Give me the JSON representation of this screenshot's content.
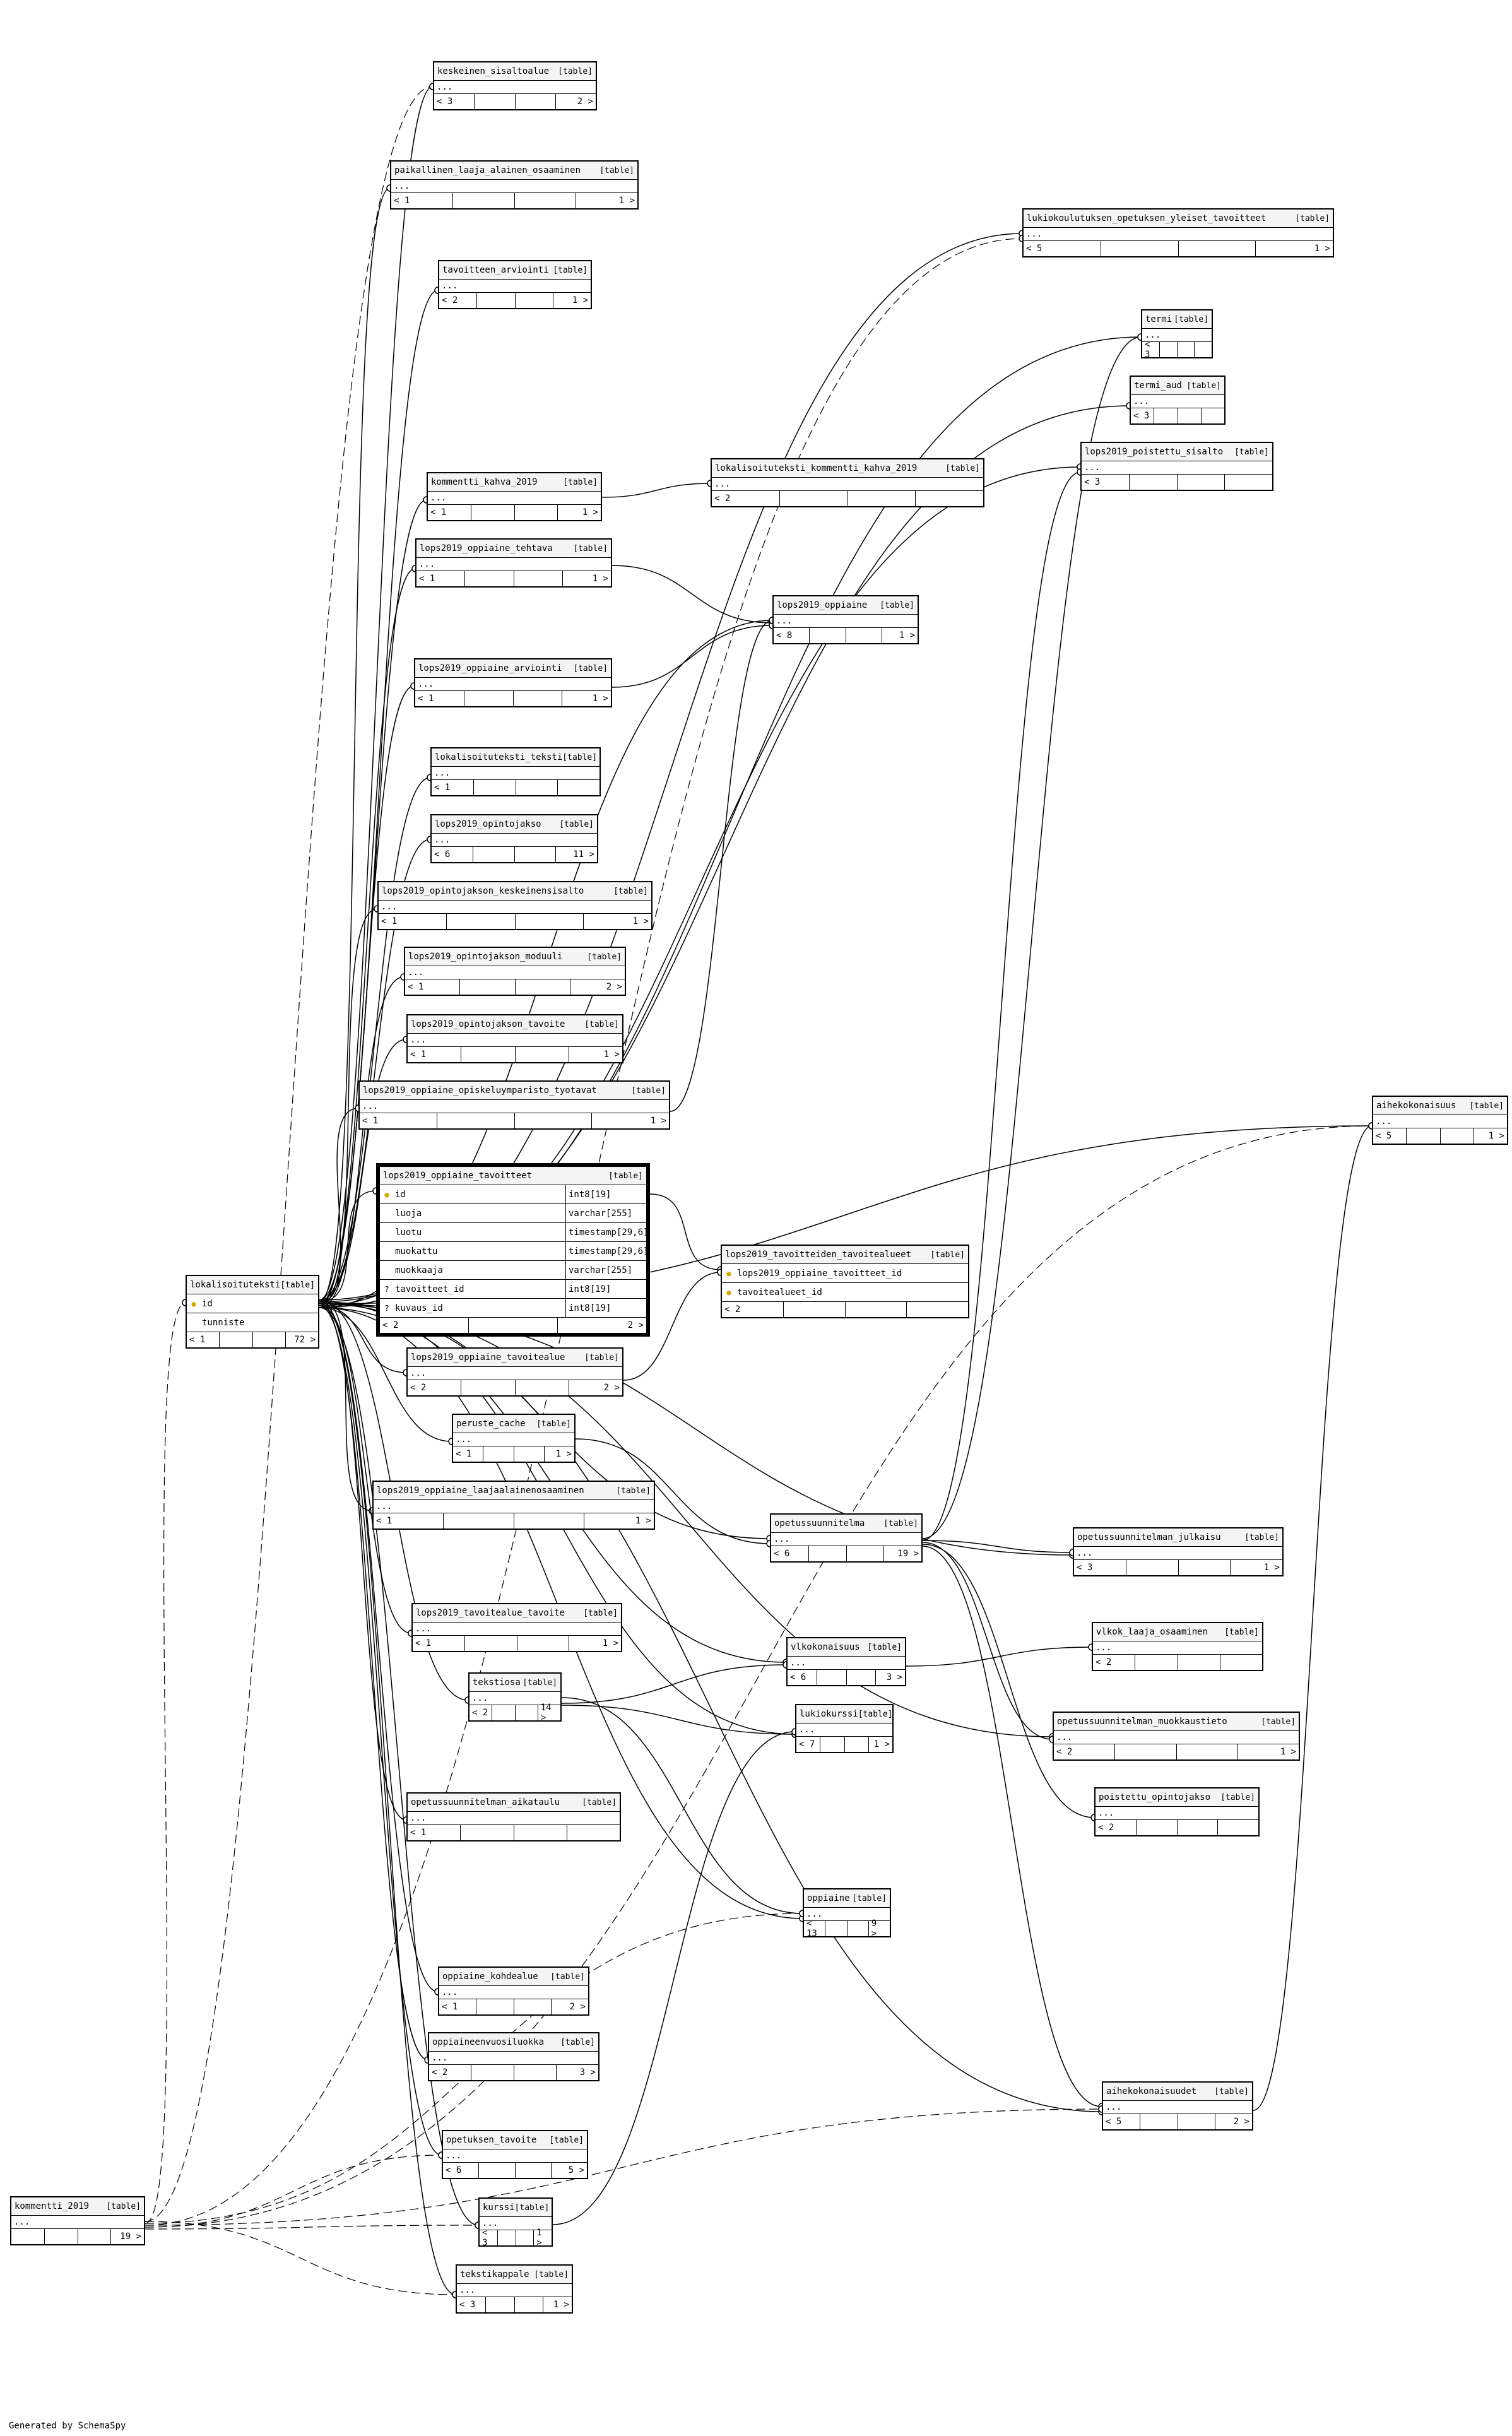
{
  "footer": "Generated by SchemaSpy",
  "tables": [
    {
      "id": "keskeinen_sisaltoalue",
      "name": "keskeinen_sisaltoalue",
      "kind": "[table]",
      "ellipsis": "...",
      "parents": "< 3",
      "children": "2 >"
    },
    {
      "id": "paikallinen_laaja_alainen_osaaminen",
      "name": "paikallinen_laaja_alainen_osaaminen",
      "kind": "[table]",
      "ellipsis": "...",
      "parents": "< 1",
      "children": "1 >"
    },
    {
      "id": "tavoitteen_arviointi",
      "name": "tavoitteen_arviointi",
      "kind": "[table]",
      "ellipsis": "...",
      "parents": "< 2",
      "children": "1 >"
    },
    {
      "id": "lukiokoulutuksen_opetuksen_yleiset_tavoitteet",
      "name": "lukiokoulutuksen_opetuksen_yleiset_tavoitteet",
      "kind": "[table]",
      "ellipsis": "...",
      "parents": "< 5",
      "children": "1 >"
    },
    {
      "id": "termi",
      "name": "termi",
      "kind": "[table]",
      "ellipsis": "...",
      "parents": "< 3",
      "children": ""
    },
    {
      "id": "termi_aud",
      "name": "termi_aud",
      "kind": "[table]",
      "ellipsis": "...",
      "parents": "< 3",
      "children": ""
    },
    {
      "id": "lops2019_poistettu_sisalto",
      "name": "lops2019_poistettu_sisalto",
      "kind": "[table]",
      "ellipsis": "...",
      "parents": "< 3",
      "children": ""
    },
    {
      "id": "kommentti_kahva_2019",
      "name": "kommentti_kahva_2019",
      "kind": "[table]",
      "ellipsis": "...",
      "parents": "< 1",
      "children": "1 >"
    },
    {
      "id": "lokalisoituteksti_kommentti_kahva_2019",
      "name": "lokalisoituteksti_kommentti_kahva_2019",
      "kind": "[table]",
      "ellipsis": "...",
      "parents": "< 2",
      "children": ""
    },
    {
      "id": "lops2019_oppiaine_tehtava",
      "name": "lops2019_oppiaine_tehtava",
      "kind": "[table]",
      "ellipsis": "...",
      "parents": "< 1",
      "children": "1 >"
    },
    {
      "id": "lops2019_oppiaine",
      "name": "lops2019_oppiaine",
      "kind": "[table]",
      "ellipsis": "...",
      "parents": "< 8",
      "children": "1 >"
    },
    {
      "id": "lops2019_oppiaine_arviointi",
      "name": "lops2019_oppiaine_arviointi",
      "kind": "[table]",
      "ellipsis": "...",
      "parents": "< 1",
      "children": "1 >"
    },
    {
      "id": "lokalisoituteksti_teksti",
      "name": "lokalisoituteksti_teksti",
      "kind": "[table]",
      "ellipsis": "...",
      "parents": "< 1",
      "children": ""
    },
    {
      "id": "lops2019_opintojakso",
      "name": "lops2019_opintojakso",
      "kind": "[table]",
      "ellipsis": "...",
      "parents": "< 6",
      "children": "11 >"
    },
    {
      "id": "lops2019_opintojakson_keskeinensisalto",
      "name": "lops2019_opintojakson_keskeinensisalto",
      "kind": "[table]",
      "ellipsis": "...",
      "parents": "< 1",
      "children": "1 >"
    },
    {
      "id": "lops2019_opintojakson_moduuli",
      "name": "lops2019_opintojakson_moduuli",
      "kind": "[table]",
      "ellipsis": "...",
      "parents": "< 1",
      "children": "2 >"
    },
    {
      "id": "lops2019_opintojakson_tavoite",
      "name": "lops2019_opintojakson_tavoite",
      "kind": "[table]",
      "ellipsis": "...",
      "parents": "< 1",
      "children": "1 >"
    },
    {
      "id": "lops2019_oppiaine_opiskeluymparisto_tyotavat",
      "name": "lops2019_oppiaine_opiskeluymparisto_tyotavat",
      "kind": "[table]",
      "ellipsis": "...",
      "parents": "< 1",
      "children": "1 >"
    },
    {
      "id": "aihekokonaisuus",
      "name": "aihekokonaisuus",
      "kind": "[table]",
      "ellipsis": "...",
      "parents": "< 5",
      "children": "1 >"
    },
    {
      "id": "lops2019_tavoitteiden_tavoitealueet",
      "name": "lops2019_tavoitteiden_tavoitealueet",
      "kind": "[table]",
      "parents": "< 2",
      "children": "",
      "columns": [
        {
          "key": "pk",
          "name": "lops2019_oppiaine_tavoitteet_id"
        },
        {
          "key": "pk",
          "name": "tavoitealueet_id"
        }
      ]
    },
    {
      "id": "lokalisoituteksti",
      "name": "lokalisoituteksti",
      "kind": "[table]",
      "parents": "< 1",
      "children": "72 >",
      "columns": [
        {
          "key": "pk",
          "name": "id"
        },
        {
          "key": "",
          "name": "tunniste"
        }
      ]
    },
    {
      "id": "lops2019_oppiaine_tavoitealue",
      "name": "lops2019_oppiaine_tavoitealue",
      "kind": "[table]",
      "ellipsis": "...",
      "parents": "< 2",
      "children": "2 >"
    },
    {
      "id": "peruste_cache",
      "name": "peruste_cache",
      "kind": "[table]",
      "ellipsis": "...",
      "parents": "< 1",
      "children": "1 >"
    },
    {
      "id": "lops2019_oppiaine_laajaalainenosaaminen",
      "name": "lops2019_oppiaine_laajaalainenosaaminen",
      "kind": "[table]",
      "ellipsis": "...",
      "parents": "< 1",
      "children": "1 >"
    },
    {
      "id": "opetussuunnitelma",
      "name": "opetussuunnitelma",
      "kind": "[table]",
      "ellipsis": "...",
      "parents": "< 6",
      "children": "19 >"
    },
    {
      "id": "opetussuunnitelman_julkaisu",
      "name": "opetussuunnitelman_julkaisu",
      "kind": "[table]",
      "ellipsis": "...",
      "parents": "< 3",
      "children": "1 >"
    },
    {
      "id": "lops2019_tavoitealue_tavoite",
      "name": "lops2019_tavoitealue_tavoite",
      "kind": "[table]",
      "ellipsis": "...",
      "parents": "< 1",
      "children": "1 >"
    },
    {
      "id": "vlkokonaisuus",
      "name": "vlkokonaisuus",
      "kind": "[table]",
      "ellipsis": "...",
      "parents": "< 6",
      "children": "3 >"
    },
    {
      "id": "vlkok_laaja_osaaminen",
      "name": "vlkok_laaja_osaaminen",
      "kind": "[table]",
      "ellipsis": "...",
      "parents": "< 2",
      "children": ""
    },
    {
      "id": "tekstiosa",
      "name": "tekstiosa",
      "kind": "[table]",
      "ellipsis": "...",
      "parents": "< 2",
      "children": "14 >"
    },
    {
      "id": "lukiokurssi",
      "name": "lukiokurssi",
      "kind": "[table]",
      "ellipsis": "...",
      "parents": "< 7",
      "children": "1 >"
    },
    {
      "id": "opetussuunnitelman_muokkaustieto",
      "name": "opetussuunnitelman_muokkaustieto",
      "kind": "[table]",
      "ellipsis": "...",
      "parents": "< 2",
      "children": "1 >"
    },
    {
      "id": "opetussuunnitelman_aikataulu",
      "name": "opetussuunnitelman_aikataulu",
      "kind": "[table]",
      "ellipsis": "...",
      "parents": "< 1",
      "children": ""
    },
    {
      "id": "poistettu_opintojakso",
      "name": "poistettu_opintojakso",
      "kind": "[table]",
      "ellipsis": "...",
      "parents": "< 2",
      "children": ""
    },
    {
      "id": "oppiaine",
      "name": "oppiaine",
      "kind": "[table]",
      "ellipsis": "...",
      "parents": "< 13",
      "children": "9 >"
    },
    {
      "id": "oppiaine_kohdealue",
      "name": "oppiaine_kohdealue",
      "kind": "[table]",
      "ellipsis": "...",
      "parents": "< 1",
      "children": "2 >"
    },
    {
      "id": "oppiaineenvuosiluokka",
      "name": "oppiaineenvuosiluokka",
      "kind": "[table]",
      "ellipsis": "...",
      "parents": "< 2",
      "children": "3 >"
    },
    {
      "id": "aihekokonaisuudet",
      "name": "aihekokonaisuudet",
      "kind": "[table]",
      "ellipsis": "...",
      "parents": "< 5",
      "children": "2 >"
    },
    {
      "id": "opetuksen_tavoite",
      "name": "opetuksen_tavoite",
      "kind": "[table]",
      "ellipsis": "...",
      "parents": "< 6",
      "children": "5 >"
    },
    {
      "id": "kommentti_2019",
      "name": "kommentti_2019",
      "kind": "[table]",
      "ellipsis": "...",
      "parents": "",
      "children": "19 >"
    },
    {
      "id": "kurssi",
      "name": "kurssi",
      "kind": "[table]",
      "ellipsis": "...",
      "parents": "< 3",
      "children": "1 >"
    },
    {
      "id": "tekstikappale",
      "name": "tekstikappale",
      "kind": "[table]",
      "ellipsis": "...",
      "parents": "< 3",
      "children": "1 >"
    }
  ],
  "focus_table": {
    "name": "lops2019_oppiaine_tavoitteet",
    "kind": "[table]",
    "parents": "< 2",
    "children": "2 >",
    "columns": [
      {
        "key": "pk",
        "name": "id",
        "type": "int8[19]"
      },
      {
        "key": "",
        "name": "luoja",
        "type": "varchar[255]"
      },
      {
        "key": "",
        "name": "luotu",
        "type": "timestamp[29,6]"
      },
      {
        "key": "",
        "name": "muokattu",
        "type": "timestamp[29,6]"
      },
      {
        "key": "",
        "name": "muokkaaja",
        "type": "varchar[255]"
      },
      {
        "key": "fk",
        "name": "tavoitteet_id",
        "type": "int8[19]"
      },
      {
        "key": "fk",
        "name": "kuvaus_id",
        "type": "int8[19]"
      }
    ]
  }
}
